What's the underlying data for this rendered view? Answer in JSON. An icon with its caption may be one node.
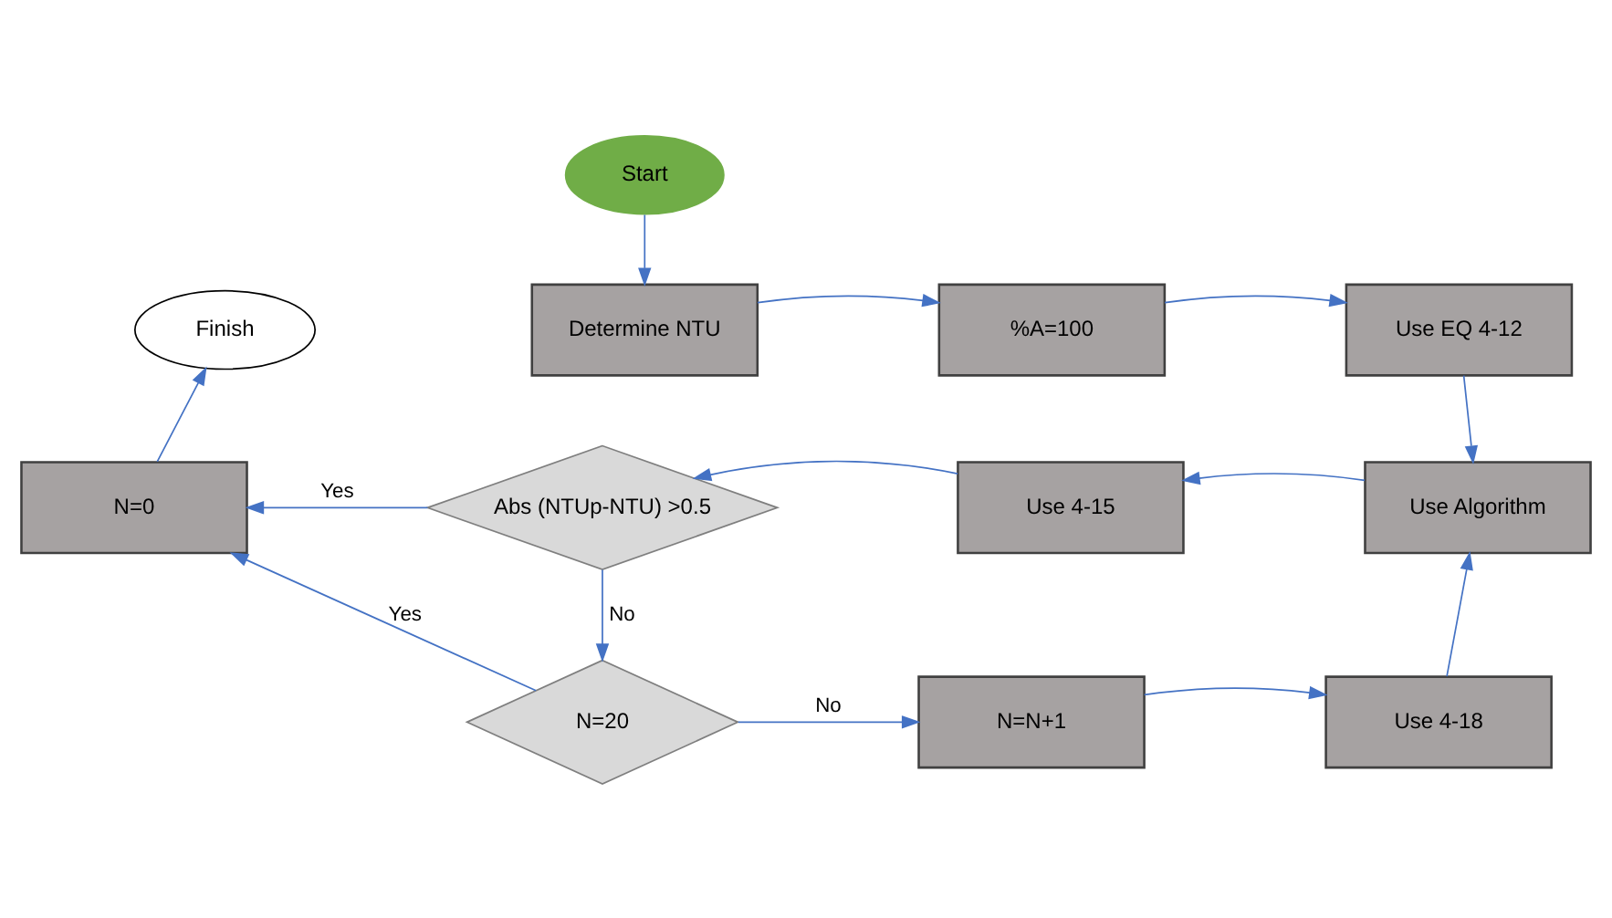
{
  "diagram": {
    "nodes": [
      {
        "text": [
          "Start"
        ]
      },
      {
        "text": [
          "Determine NTU"
        ]
      },
      {
        "text": [
          "%A=100"
        ]
      },
      {
        "text": [
          "Use EQ 4-12"
        ]
      },
      {
        "text": [
          "Use Algorithm"
        ]
      },
      {
        "text": [
          "Use 4-15"
        ]
      },
      {
        "text": [
          "Abs (NTUp-NTU) >0.5"
        ]
      },
      {
        "text": [
          "N=0"
        ]
      },
      {
        "text": [
          "Finish"
        ]
      },
      {
        "text": [
          "N=20"
        ]
      },
      {
        "text": [
          "N=N+1"
        ]
      },
      {
        "text": [
          "Use 4-18"
        ]
      }
    ],
    "edges": [
      {
        "from": 0,
        "to": 1,
        "arrow": "to"
      },
      {
        "from": 1,
        "to": 2,
        "arrow": "to"
      },
      {
        "from": 2,
        "to": 3,
        "arrow": "to"
      },
      {
        "from": 3,
        "to": 4,
        "arrow": "to"
      },
      {
        "from": 4,
        "to": 5,
        "arrow": "to"
      },
      {
        "from": 5,
        "to": 6,
        "arrow": "to"
      },
      {
        "from": 6,
        "to": 7,
        "arrow": "to",
        "label": "Yes"
      },
      {
        "from": 7,
        "to": 8,
        "arrow": "to"
      },
      {
        "from": 6,
        "to": 9,
        "arrow": "to",
        "label": "No"
      },
      {
        "from": 9,
        "to": 10,
        "arrow": "to",
        "label": "No"
      },
      {
        "from": 10,
        "to": 11,
        "arrow": "to"
      },
      {
        "from": 11,
        "to": 4,
        "arrow": "to"
      },
      {
        "from": 9,
        "to": 7,
        "arrow": "to",
        "label": "Yes"
      }
    ]
  }
}
